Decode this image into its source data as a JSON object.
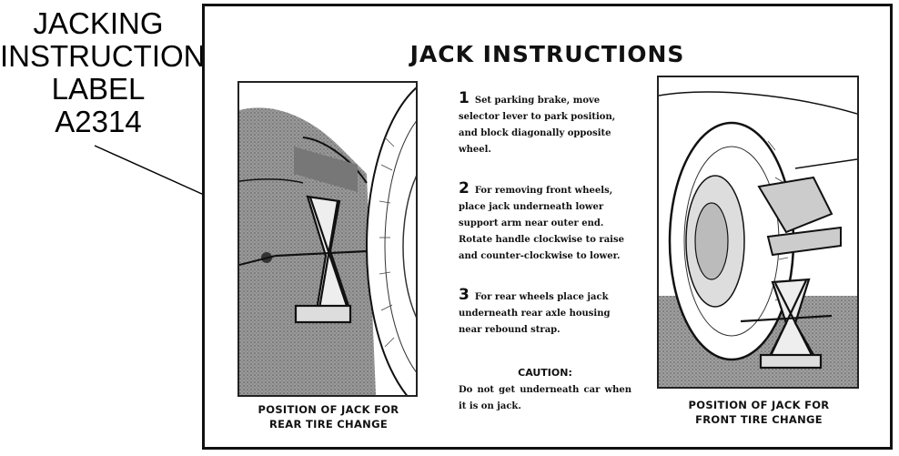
{
  "callout": {
    "lines": [
      "JACKING",
      "INSTRUCTION",
      "LABEL",
      "A2314"
    ]
  },
  "label": {
    "title": "JACK INSTRUCTIONS",
    "steps": [
      {
        "number": "1",
        "text": "Set parking brake, move selector lever to park position, and block diagonally opposite wheel."
      },
      {
        "number": "2",
        "text": "For removing front wheels, place jack underneath lower support arm near outer end. Rotate handle clockwise to raise and counter-clockwise to lower."
      },
      {
        "number": "3",
        "text": "For rear wheels place jack underneath rear axle housing near rebound strap."
      }
    ],
    "caution": {
      "heading": "CAUTION:",
      "text": "Do not get underneath car when it is on jack."
    },
    "rear_caption": [
      "POSITION OF JACK FOR",
      "REAR TIRE CHANGE"
    ],
    "front_caption": [
      "POSITION OF JACK FOR",
      "FRONT TIRE CHANGE"
    ]
  },
  "colors": {
    "ink": "#111111",
    "shade": "#8c8c8c",
    "paper": "#ffffff"
  }
}
